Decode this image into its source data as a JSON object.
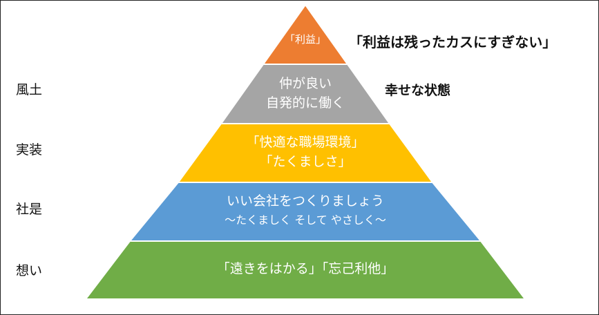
{
  "colors": {
    "tier1": "#ED7D31",
    "tier2": "#A5A5A5",
    "tier3": "#FFC000",
    "tier4": "#5B9BD5",
    "tier5": "#70AD47",
    "edge": "#ffffff"
  },
  "side_labels": [
    "風土",
    "実装",
    "社是",
    "想い"
  ],
  "tiers": [
    {
      "lines": [
        "「利益」"
      ]
    },
    {
      "lines": [
        "仲が良い",
        "自発的に働く"
      ]
    },
    {
      "lines": [
        "「快適な職場環境」",
        "「たくましさ」"
      ]
    },
    {
      "lines": [
        "いい会社をつくりましょう",
        "〜たくましく そして やさしく〜"
      ]
    },
    {
      "lines": [
        "「遠きをはかる」「忘己利他」"
      ]
    }
  ],
  "callouts": {
    "profit_note": "「利益は残ったカスにすぎない」",
    "happy_state": "幸せな状態"
  }
}
